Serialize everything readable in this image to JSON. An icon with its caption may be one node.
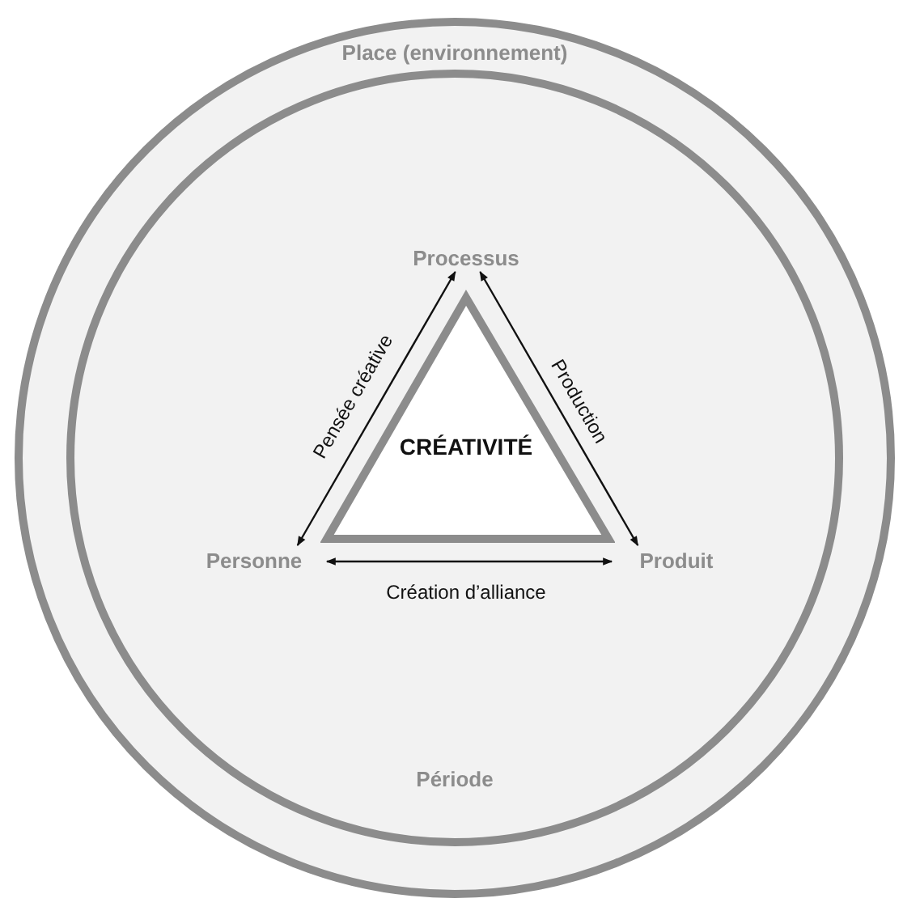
{
  "diagram": {
    "nodes": [
      {
        "text": [
          "Place (environnement)"
        ]
      },
      {
        "text": [
          "Période"
        ],
        "in": 0
      },
      {
        "text": [
          "CRÉATIVITÉ"
        ],
        "in": 1
      },
      {
        "text": [
          "Processus"
        ],
        "in": 1
      },
      {
        "text": [
          "Personne"
        ],
        "in": 1
      },
      {
        "text": [
          "Produit"
        ],
        "in": 1
      }
    ],
    "edges": [
      {
        "from": 4,
        "to": 3,
        "arrow": "both",
        "label": "Pensée créative"
      },
      {
        "from": 3,
        "to": 5,
        "arrow": "both",
        "label": "Production"
      },
      {
        "from": 4,
        "to": 5,
        "arrow": "both",
        "label": "Création d’alliance"
      }
    ]
  }
}
